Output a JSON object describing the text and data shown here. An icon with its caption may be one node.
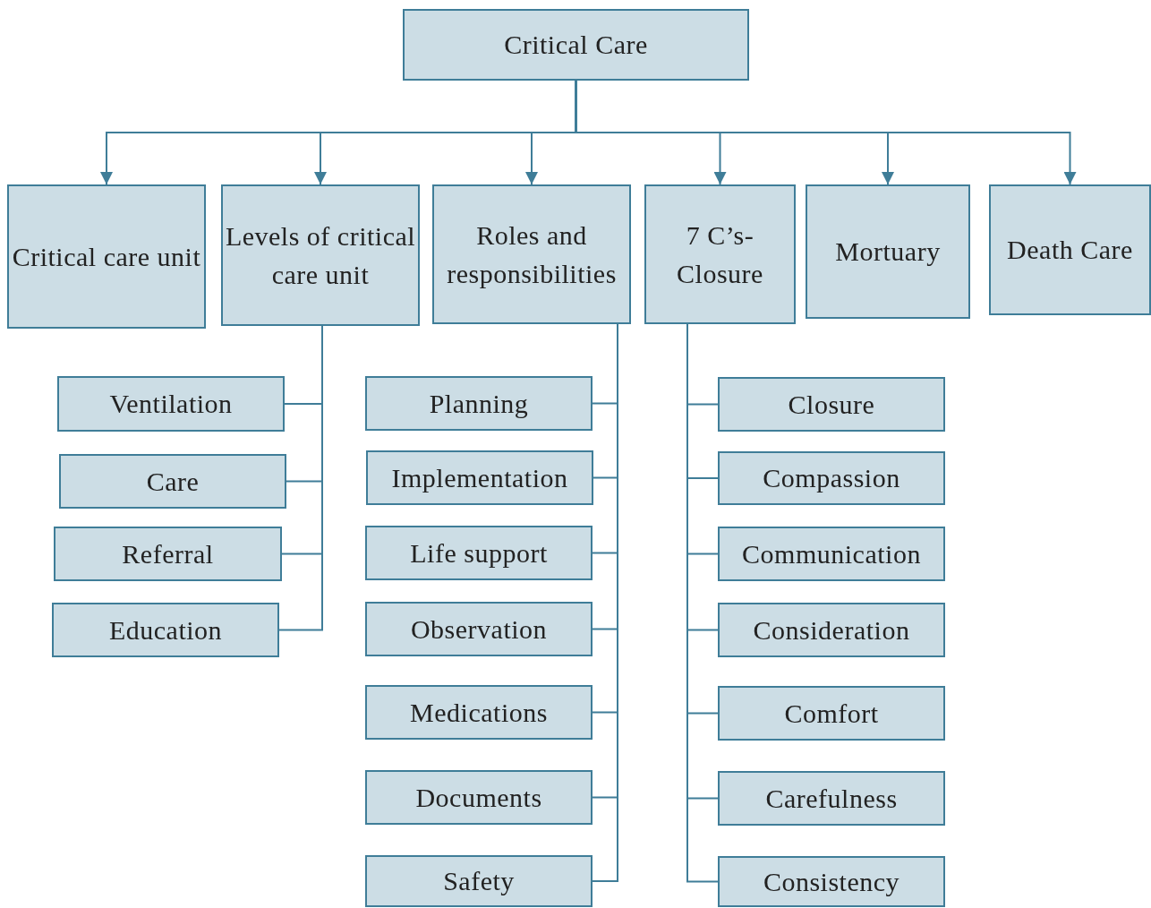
{
  "diagram": {
    "nodes": [
      {
        "text": [
          "Critical Care"
        ]
      },
      {
        "text": [
          "Critical care unit"
        ]
      },
      {
        "text": [
          "Levels of critical care unit"
        ]
      },
      {
        "text": [
          "Roles and responsibilities"
        ]
      },
      {
        "text": [
          "7 C’s- Closure"
        ]
      },
      {
        "text": [
          "Mortuary"
        ]
      },
      {
        "text": [
          "Death Care"
        ]
      },
      {
        "text": [
          "Ventilation"
        ]
      },
      {
        "text": [
          "Care"
        ]
      },
      {
        "text": [
          "Referral"
        ]
      },
      {
        "text": [
          "Education"
        ]
      },
      {
        "text": [
          "Planning"
        ]
      },
      {
        "text": [
          "Implementation"
        ]
      },
      {
        "text": [
          "Life support"
        ]
      },
      {
        "text": [
          "Observation"
        ]
      },
      {
        "text": [
          "Medications"
        ]
      },
      {
        "text": [
          "Documents"
        ]
      },
      {
        "text": [
          "Safety"
        ]
      },
      {
        "text": [
          "Closure"
        ]
      },
      {
        "text": [
          "Compassion"
        ]
      },
      {
        "text": [
          "Communication"
        ]
      },
      {
        "text": [
          "Consideration"
        ]
      },
      {
        "text": [
          "Comfort"
        ]
      },
      {
        "text": [
          "Carefulness"
        ]
      },
      {
        "text": [
          "Consistency"
        ]
      }
    ],
    "edges": [
      {
        "from": 0,
        "to": 1,
        "arrow": "to"
      },
      {
        "from": 0,
        "to": 2,
        "arrow": "to"
      },
      {
        "from": 0,
        "to": 3,
        "arrow": "to"
      },
      {
        "from": 0,
        "to": 4,
        "arrow": "to"
      },
      {
        "from": 0,
        "to": 5,
        "arrow": "to"
      },
      {
        "from": 0,
        "to": 6,
        "arrow": "to"
      },
      {
        "from": 2,
        "to": 7,
        "arrow": "none"
      },
      {
        "from": 2,
        "to": 8,
        "arrow": "none"
      },
      {
        "from": 2,
        "to": 9,
        "arrow": "none"
      },
      {
        "from": 2,
        "to": 10,
        "arrow": "none"
      },
      {
        "from": 3,
        "to": 11,
        "arrow": "none"
      },
      {
        "from": 3,
        "to": 12,
        "arrow": "none"
      },
      {
        "from": 3,
        "to": 13,
        "arrow": "none"
      },
      {
        "from": 3,
        "to": 14,
        "arrow": "none"
      },
      {
        "from": 3,
        "to": 15,
        "arrow": "none"
      },
      {
        "from": 3,
        "to": 16,
        "arrow": "none"
      },
      {
        "from": 3,
        "to": 17,
        "arrow": "none"
      },
      {
        "from": 4,
        "to": 18,
        "arrow": "none"
      },
      {
        "from": 4,
        "to": 19,
        "arrow": "none"
      },
      {
        "from": 4,
        "to": 20,
        "arrow": "none"
      },
      {
        "from": 4,
        "to": 21,
        "arrow": "none"
      },
      {
        "from": 4,
        "to": 22,
        "arrow": "none"
      },
      {
        "from": 4,
        "to": 23,
        "arrow": "none"
      },
      {
        "from": 4,
        "to": 24,
        "arrow": "none"
      }
    ]
  }
}
